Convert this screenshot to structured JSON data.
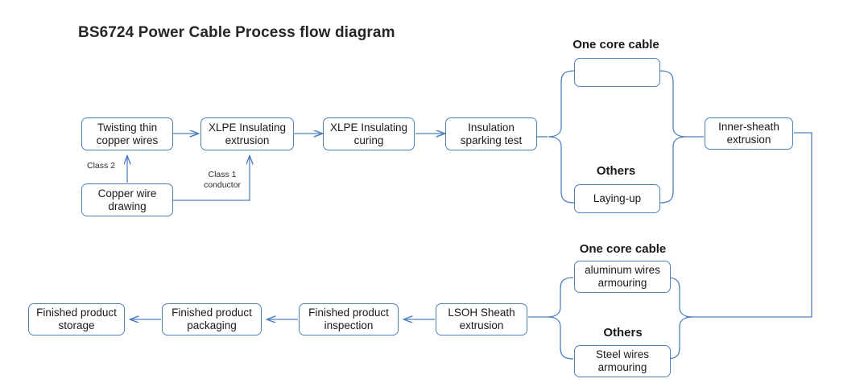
{
  "title": "BS6724 Power Cable Process flow diagram",
  "colors": {
    "box_border": "#4f81bd",
    "connector": "#4f81bd",
    "thick_arrow": "#3a62ab",
    "text": "#1a1a1a",
    "background": "#ffffff"
  },
  "nodes": {
    "twisting": "Twisting thin copper wires",
    "xlpe_extrusion": "XLPE Insulating extrusion",
    "xlpe_curing": "XLPE Insulating curing",
    "sparking_test": "Insulation sparking test",
    "copper_drawing": "Copper wire drawing",
    "laying_up": "Laying-up",
    "inner_sheath": "Inner-sheath extrusion",
    "aluminum_armouring": "aluminum wires armouring",
    "steel_armouring": "Steel wires armouring",
    "lsoh_sheath": "LSOH Sheath extrusion",
    "finished_inspection": "Finished product inspection",
    "finished_packaging": "Finished product packaging",
    "finished_storage": "Finished product storage"
  },
  "branch_labels": {
    "top_one_core": "One core cable",
    "top_others": "Others",
    "bottom_one_core": "One core cable",
    "bottom_others": "Others"
  },
  "edge_labels": {
    "class2": "Class 2",
    "class1_line1": "Class 1",
    "class1_line2": "conductor"
  }
}
